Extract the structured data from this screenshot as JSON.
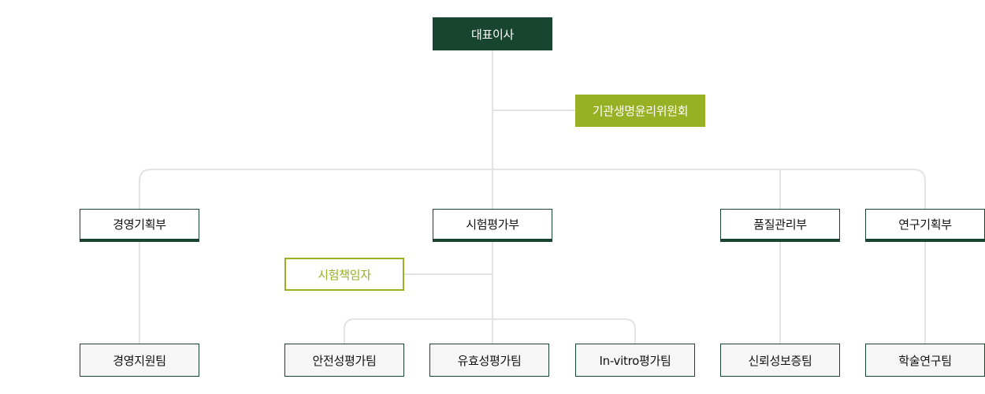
{
  "diagram": {
    "line_color": "#e3e3e3",
    "colors": {
      "primary": "#17452f",
      "accent": "#97b024",
      "team_bg": "#f6f6f6"
    },
    "ceo": {
      "label": "대표이사"
    },
    "committee": {
      "label": "기관생명윤리위원회"
    },
    "departments": [
      {
        "label": "경영기획부"
      },
      {
        "label": "시험평가부"
      },
      {
        "label": "품질관리부"
      },
      {
        "label": "연구기획부"
      }
    ],
    "director": {
      "label": "시험책임자"
    },
    "teams": [
      {
        "label": "경영지원팀"
      },
      {
        "label": "안전성평가팀"
      },
      {
        "label": "유효성평가팀"
      },
      {
        "label": "In-vitro평가팀"
      },
      {
        "label": "신뢰성보증팀"
      },
      {
        "label": "학술연구팀"
      }
    ]
  }
}
